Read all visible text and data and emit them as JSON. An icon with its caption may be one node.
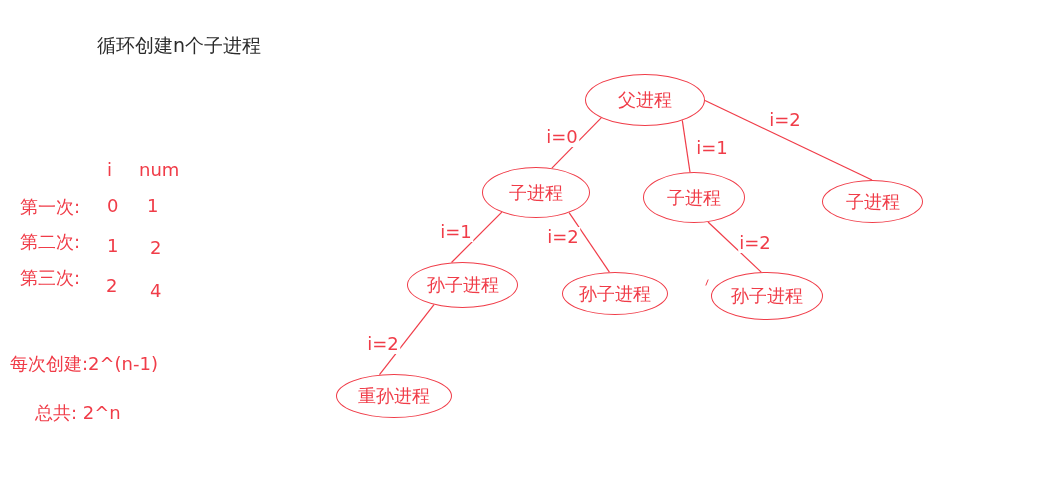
{
  "diagram": {
    "title": "循环创建n个子进程",
    "nodes": [
      {
        "text": [
          "父进程"
        ]
      },
      {
        "text": [
          "子进程"
        ]
      },
      {
        "text": [
          "子进程"
        ]
      },
      {
        "text": [
          "子进程"
        ]
      },
      {
        "text": [
          "孙子进程"
        ]
      },
      {
        "text": [
          "孙子进程"
        ]
      },
      {
        "text": [
          "孙子进程"
        ]
      },
      {
        "text": [
          "重孙进程"
        ]
      }
    ],
    "edges": [
      {
        "from": 0,
        "to": 1,
        "arrow": "none",
        "label": "i=0"
      },
      {
        "from": 0,
        "to": 2,
        "arrow": "none",
        "label": "i=1"
      },
      {
        "from": 0,
        "to": 3,
        "arrow": "none",
        "label": "i=2"
      },
      {
        "from": 1,
        "to": 4,
        "arrow": "none",
        "label": "i=1"
      },
      {
        "from": 1,
        "to": 5,
        "arrow": "none",
        "label": "i=2"
      },
      {
        "from": 2,
        "to": 6,
        "arrow": "none",
        "label": "i=2"
      },
      {
        "from": 4,
        "to": 7,
        "arrow": "none",
        "label": "i=2"
      }
    ],
    "labels": [
      "i",
      "num",
      "第一次:",
      "0",
      "1",
      "第二次:",
      "1",
      "2",
      "第三次:",
      "2",
      "4",
      "每次创建:2^(n-1)",
      "总共: 2^n"
    ]
  }
}
